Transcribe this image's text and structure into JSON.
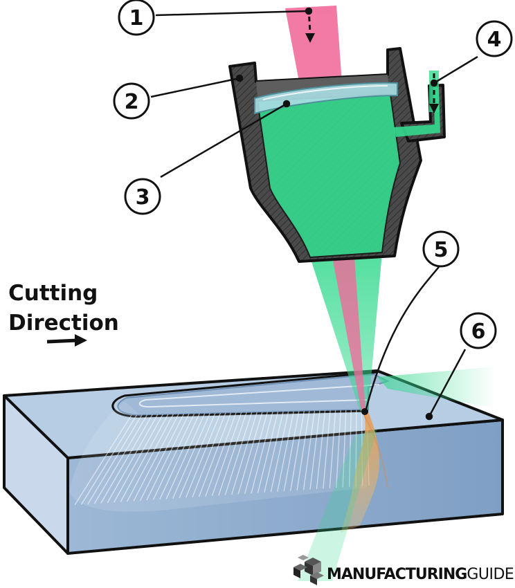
{
  "callouts": {
    "c1": "1",
    "c2": "2",
    "c3": "3",
    "c4": "4",
    "c5": "5",
    "c6": "6"
  },
  "direction_label": {
    "line1": "Cutting",
    "line2": "Direction"
  },
  "brand": {
    "bold": "MANUFACTURING",
    "light": "GUIDE"
  },
  "colors": {
    "laser": "#f06a9a",
    "gas": "#34d98e",
    "nozzle": "#4a4a4a",
    "lens": "#a8dbe3",
    "workpiece_top": "#b7cde3",
    "workpiece_front": "#8eaed0",
    "workpiece_side": "#a9c2dc",
    "outline": "#111111"
  }
}
